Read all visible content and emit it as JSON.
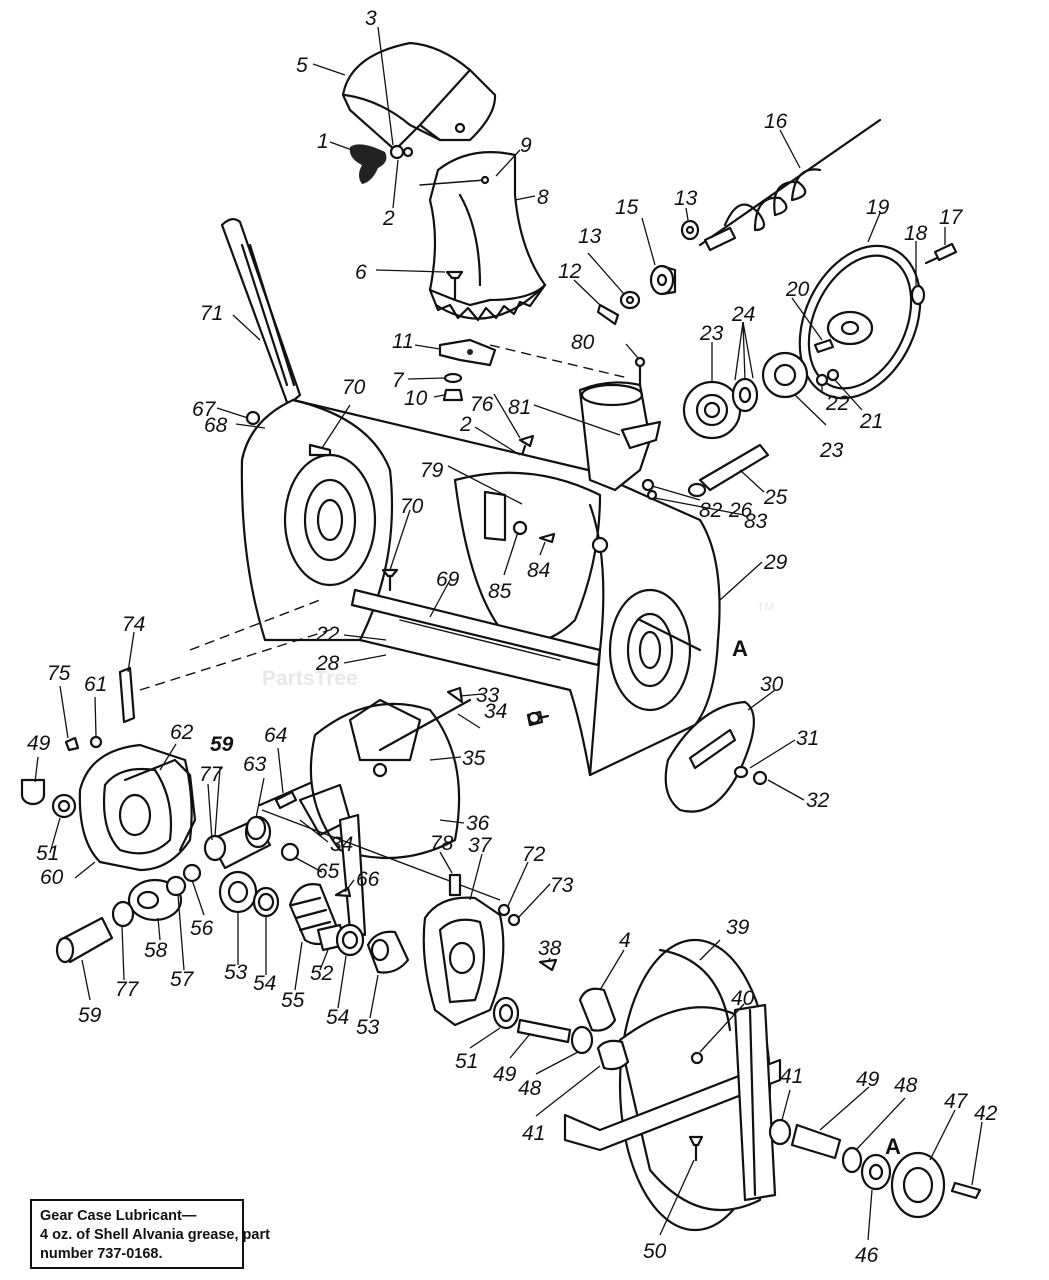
{
  "watermark": {
    "text": "PartsTree",
    "tm": "TM"
  },
  "note": {
    "line1": "Gear Case Lubricant—",
    "line2": "4 oz. of Shell Alvania grease, part",
    "line3": "number 737-0168."
  },
  "callouts": {
    "c3": "3",
    "c5": "5",
    "c1": "1",
    "c2a": "2",
    "c9": "9",
    "c8": "8",
    "c6": "6",
    "c16": "16",
    "c13a": "13",
    "c13b": "13",
    "c15": "15",
    "c12": "12",
    "c19": "19",
    "c18": "18",
    "c17": "17",
    "c20": "20",
    "c24": "24",
    "c23a": "23",
    "c23b": "23",
    "c22a": "22",
    "c21": "21",
    "c80": "80",
    "c71": "71",
    "c11": "11",
    "c7": "7",
    "c10": "10",
    "c76": "76",
    "c81": "81",
    "c2b": "2",
    "c67": "67",
    "c68": "68",
    "c70a": "70",
    "c79": "79",
    "c82": "82",
    "c26": "26",
    "c25": "25",
    "c83": "83",
    "c70b": "70",
    "c85": "85",
    "c84": "84",
    "c29": "29",
    "c69": "69",
    "c22b": "22",
    "c28": "28",
    "cA1": "A",
    "c74": "74",
    "c75": "75",
    "c61": "61",
    "c33": "33",
    "c34a": "34",
    "c30": "30",
    "c31": "31",
    "c32": "32",
    "c49a": "49",
    "c62": "62",
    "c59a": "59",
    "c64": "64",
    "c63": "63",
    "c35": "35",
    "c36": "36",
    "c77a": "77",
    "c34b": "34",
    "c51a": "51",
    "c60": "60",
    "c65": "65",
    "c66": "66",
    "c78": "78",
    "c37": "37",
    "c72": "72",
    "c73": "73",
    "c56": "56",
    "c58": "58",
    "c57": "57",
    "c53a": "53",
    "c54a": "54",
    "c55": "55",
    "c52": "52",
    "c54b": "54",
    "c53b": "53",
    "c77b": "77",
    "c59b": "59",
    "c38": "38",
    "c4": "4",
    "c39": "39",
    "c40": "40",
    "c51b": "51",
    "c49b": "49",
    "c48a": "48",
    "c41a": "41",
    "c41b": "41",
    "c49c": "49",
    "c48b": "48",
    "cA2": "A",
    "c47": "47",
    "c42": "42",
    "c46": "46",
    "c50": "50"
  }
}
